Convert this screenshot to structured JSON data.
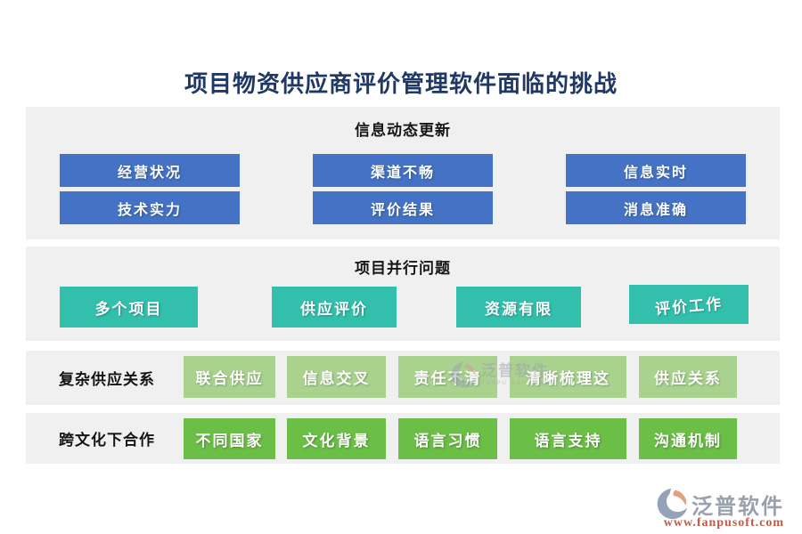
{
  "title": {
    "text": "项目物资供应商评价管理软件面临的挑战",
    "color": "#1F3864"
  },
  "panel_bg": "#F0F0F0",
  "sections": [
    {
      "header": "信息动态更新",
      "button_color": "#4472C4",
      "buttons": [
        "经营状况",
        "渠道不畅",
        "信息实时",
        "技术实力",
        "评价结果",
        "消息准确"
      ]
    },
    {
      "header": "项目并行问题",
      "button_color": "#32BFAC",
      "buttons": [
        "多个项目",
        "供应评价",
        "资源有限",
        "评价工作"
      ]
    },
    {
      "label": "复杂供应关系",
      "button_color": "#A9D28E",
      "buttons": [
        "联合供应",
        "信息交叉",
        "责任不清",
        "清晰梳理这",
        "供应关系"
      ]
    },
    {
      "label": "跨文化下合作",
      "button_color": "#6BBE46",
      "buttons": [
        "不同国家",
        "文化背景",
        "语言习惯",
        "语言支持",
        "沟通机制"
      ]
    }
  ],
  "watermark": {
    "name": "泛普软件",
    "subtitle": "FANPU SOFTWARE"
  },
  "brand": {
    "name": "泛普软件",
    "website": "www.fanpusoft.com",
    "name_color": "#99A1AC",
    "website_color": "#C05B45",
    "icon_primary": "#94A3B8",
    "icon_accent": "#E3A183"
  }
}
